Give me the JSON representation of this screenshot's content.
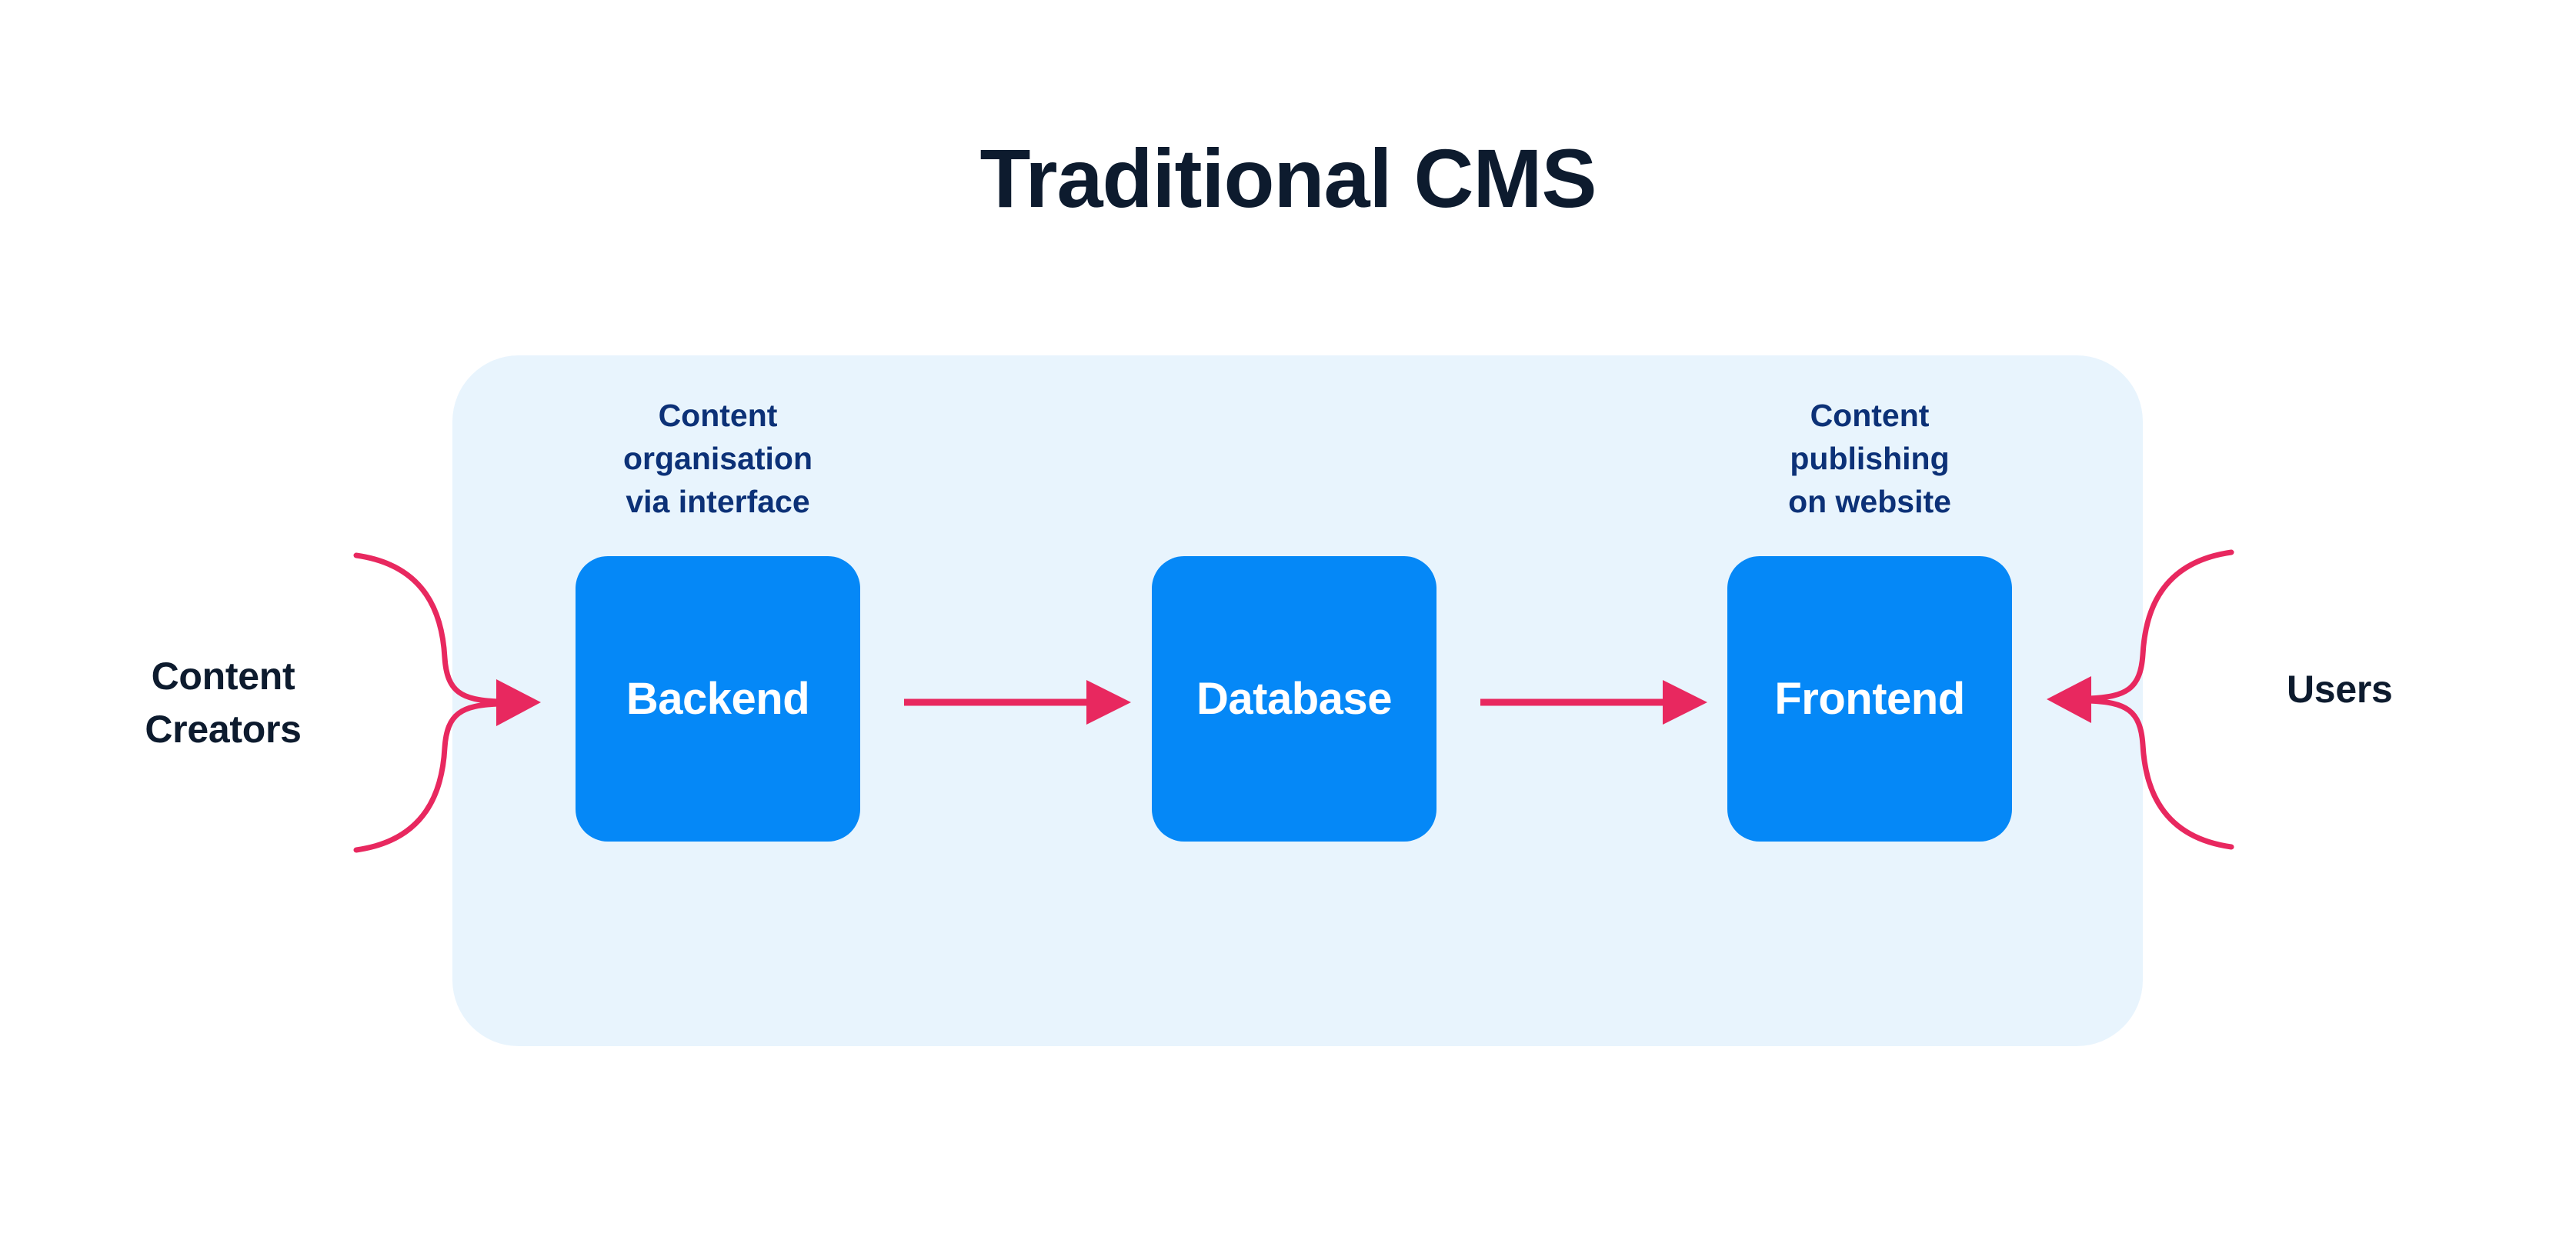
{
  "diagram": {
    "title": "Traditional CMS",
    "type": "flow-diagram",
    "colors": {
      "title_text": "#0D1B2E",
      "panel_background": "#E8F4FD",
      "node_fill": "#0588F7",
      "node_text": "#FFFFFF",
      "caption_text": "#0C3177",
      "actor_text": "#0D1B2E",
      "connector": "#E8285F",
      "page_background": "#FFFFFF"
    },
    "nodes": [
      {
        "id": "backend",
        "label": "Backend",
        "caption": "Content\norganisation\nvia interface"
      },
      {
        "id": "database",
        "label": "Database",
        "caption": ""
      },
      {
        "id": "frontend",
        "label": "Frontend",
        "caption": "Content\npublishing\non website"
      }
    ],
    "captions": {
      "backend": "Content organisation via interface",
      "backend_lines": [
        "Content",
        "organisation",
        "via interface"
      ],
      "frontend": "Content publishing on website",
      "frontend_lines": [
        "Content",
        "publishing",
        "on website"
      ]
    },
    "actors": {
      "left": "Content Creators",
      "left_lines": [
        "Content",
        "Creators"
      ],
      "right": "Users",
      "right_lines": [
        "Users"
      ]
    },
    "connectors": [
      {
        "id": "creators-to-backend",
        "from": "Content Creators",
        "to": "Backend",
        "style": "brace-arrow",
        "direction": "right"
      },
      {
        "id": "backend-to-database",
        "from": "Backend",
        "to": "Database",
        "style": "straight-arrow",
        "direction": "right"
      },
      {
        "id": "database-to-frontend",
        "from": "Database",
        "to": "Frontend",
        "style": "straight-arrow",
        "direction": "right"
      },
      {
        "id": "users-to-frontend",
        "from": "Users",
        "to": "Frontend",
        "style": "brace-arrow",
        "direction": "left"
      }
    ]
  }
}
